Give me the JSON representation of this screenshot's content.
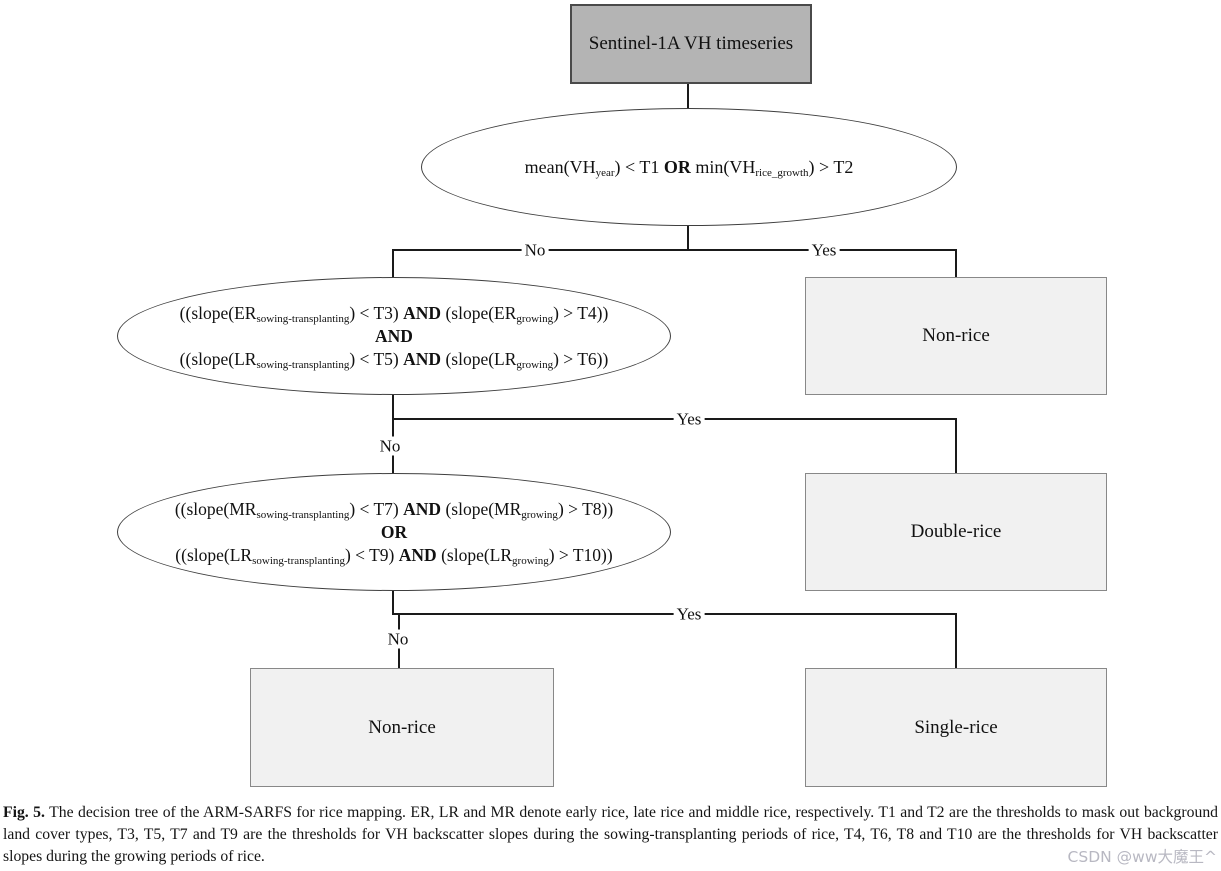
{
  "tree": {
    "root": {
      "label": "Sentinel-1A VH timeseries"
    },
    "decision1": {
      "runs": [
        "mean(VH",
        "year",
        ") < T1 ",
        "OR",
        " min(VH",
        "rice_growth",
        ") > T2"
      ]
    },
    "branch1": {
      "no": "No",
      "yes": "Yes"
    },
    "leaf_non_rice_1": {
      "label": "Non-rice"
    },
    "decision2": {
      "line1": [
        "((slope(ER",
        "sowing-transplanting",
        ") < T3) ",
        "AND",
        " (slope(ER",
        "growing",
        ") > T4))"
      ],
      "op": "AND",
      "line2": [
        "((slope(LR",
        "sowing-transplanting",
        ") < T5) ",
        "AND",
        " (slope(LR",
        "growing",
        ") > T6))"
      ]
    },
    "branch2": {
      "no": "No",
      "yes": "Yes"
    },
    "leaf_double_rice": {
      "label": "Double-rice"
    },
    "decision3": {
      "line1": [
        "((slope(MR",
        "sowing-transplanting",
        ") < T7) ",
        "AND",
        " (slope(MR",
        "growing",
        ") > T8))"
      ],
      "op": "OR",
      "line2": [
        "((slope(LR",
        "sowing-transplanting",
        ") < T9) ",
        "AND",
        " (slope(LR",
        "growing",
        ") > T10))"
      ]
    },
    "branch3": {
      "no": "No",
      "yes": "Yes"
    },
    "leaf_single_rice": {
      "label": "Single-rice"
    },
    "leaf_non_rice_2": {
      "label": "Non-rice"
    }
  },
  "caption": {
    "label": "Fig. 5.",
    "text": "The decision tree of the ARM-SARFS for rice mapping. ER, LR and MR denote early rice, late rice and middle rice, respectively. T1 and T2 are the thresholds to mask out background land cover types, T3, T5, T7 and T9 are the thresholds for VH backscatter slopes during the sowing-transplanting periods of rice, T4, T6, T8 and T10 are the thresholds for VH backscatter slopes during the growing periods of rice."
  },
  "watermark": {
    "text": "CSDN @ww大魔王^"
  },
  "colors": {
    "root_box_fill": "#b4b4b4",
    "root_box_border": "#4a4a4a",
    "leaf_box_fill": "#f1f1f1",
    "leaf_box_border": "#888888",
    "ellipse_border": "#3f3f3f",
    "connector_line": "#1a1a1a",
    "watermark_text": "#b8b8c2"
  }
}
